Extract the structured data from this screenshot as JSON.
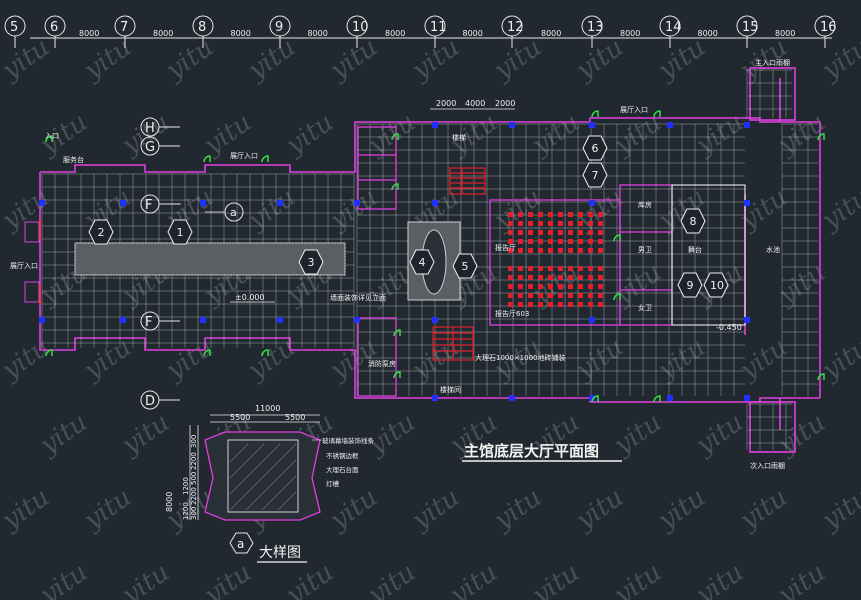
{
  "drawing": {
    "title": "主馆底层大厅平面图",
    "detail_title": "大样图",
    "detail_mark": "a",
    "grid_axes": [
      "5",
      "6",
      "7",
      "8",
      "9",
      "10",
      "11",
      "12",
      "13",
      "14",
      "15",
      "16"
    ],
    "top_dims": [
      "8000",
      "8000",
      "8000",
      "8000",
      "8000",
      "8000",
      "8000",
      "8000",
      "8000",
      "8000"
    ],
    "row_axes": [
      "H",
      "G",
      "F",
      "F",
      "D"
    ],
    "sub_dims": [
      "2000",
      "4000",
      "2000"
    ],
    "detail_dims": [
      "11000",
      "5500",
      "5500",
      "8000",
      "300",
      "2200",
      "500",
      "2200",
      "300",
      "1200",
      "1200"
    ],
    "elevation": "±0.000",
    "elevation2": "-0.450",
    "index_marks": [
      "1",
      "2",
      "3",
      "4",
      "5",
      "6",
      "7",
      "8",
      "9",
      "10"
    ],
    "room_labels": {
      "lobby_entry": "展厅入口",
      "lobby_entry_left": "展厅入口",
      "service": "服务台",
      "auditorium": "报告厅",
      "storage": "库房",
      "restroom_m": "男卫",
      "restroom_f": "女卫",
      "stage": "舞台",
      "water_note": "水池",
      "hall_603": "报告厅603",
      "floor_note": "大理石1000×1000地砖铺装",
      "wall_note": "墙面装饰详见立面",
      "right_corridor": "展厅入口",
      "right_top": "主入口雨棚",
      "right_bottom": "次入口雨棚",
      "left_top": "入口",
      "bottom_stairs": "楼梯间",
      "fire_pump": "消防泵房",
      "stair_label": "楼梯"
    },
    "detail_notes": [
      "玻璃幕墙装饰线条",
      "不锈钢边框",
      "大理石台面",
      "灯槽"
    ],
    "watermark": "yitu"
  }
}
